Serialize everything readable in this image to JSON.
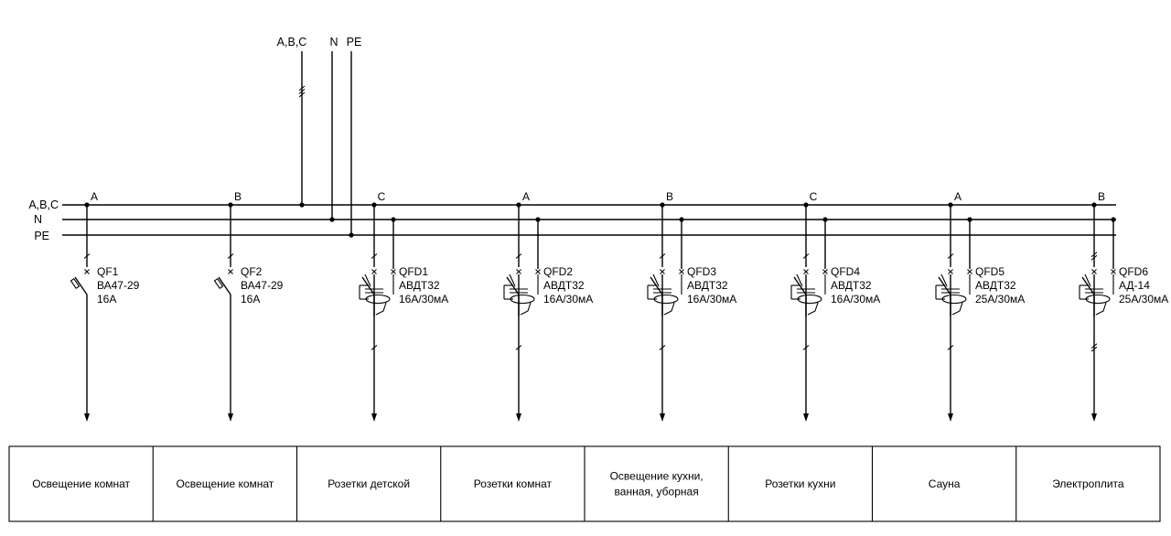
{
  "feeder": {
    "phase_label": "A,B,C",
    "n_label": "N",
    "pe_label": "PE"
  },
  "bus": {
    "phase_label": "A,B,C",
    "n_label": "N",
    "pe_label": "PE"
  },
  "circuits": [
    {
      "phase": "A",
      "designation": "QF1",
      "type": "ВА47-29",
      "rating": "16А",
      "load": [
        "Освещение комнат"
      ],
      "rcd": false
    },
    {
      "phase": "B",
      "designation": "QF2",
      "type": "ВА47-29",
      "rating": "16А",
      "load": [
        "Освещение комнат"
      ],
      "rcd": false
    },
    {
      "phase": "C",
      "designation": "QFD1",
      "type": "АВДТ32",
      "rating": "16А/30мА",
      "load": [
        "Розетки детской"
      ],
      "rcd": true
    },
    {
      "phase": "A",
      "designation": "QFD2",
      "type": "АВДТ32",
      "rating": "16А/30мА",
      "load": [
        "Розетки комнат"
      ],
      "rcd": true
    },
    {
      "phase": "B",
      "designation": "QFD3",
      "type": "АВДТ32",
      "rating": "16А/30мА",
      "load": [
        "Освещение кухни,",
        "ванная, уборная"
      ],
      "rcd": true
    },
    {
      "phase": "C",
      "designation": "QFD4",
      "type": "АВДТ32",
      "rating": "16А/30мА",
      "load": [
        "Розетки кухни"
      ],
      "rcd": true
    },
    {
      "phase": "A",
      "designation": "QFD5",
      "type": "АВДТ32",
      "rating": "25А/30мА",
      "load": [
        "Сауна"
      ],
      "rcd": true
    },
    {
      "phase": "B",
      "designation": "QFD6",
      "type": "АД-14",
      "rating": "25А/30мА",
      "load": [
        "Электроплита"
      ],
      "rcd": true
    }
  ]
}
